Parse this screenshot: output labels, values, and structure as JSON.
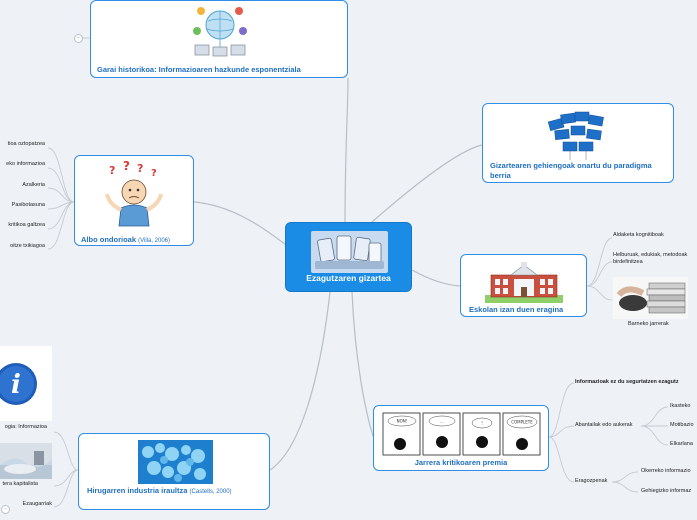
{
  "center": {
    "title": "Ezagutzaren gizartea"
  },
  "nodes": {
    "garai": {
      "title": "Garai historikoa: Informazioaren hazkunde esponentziala"
    },
    "gizartea": {
      "title": "Gizartearen gehiengoak onartu du paradigma berria"
    },
    "albo": {
      "title": "Albo ondorioak",
      "sub": "(Villa, 2006)"
    },
    "eskola": {
      "title": "Eskolan izan duen eragina"
    },
    "jarrera": {
      "title": "Jarrera kritikoaren premia"
    },
    "hirugarren": {
      "title": "Hirugarren industria iraultza",
      "sub": "(Castells, 2000)"
    }
  },
  "albo_leaves": [
    "tioa oztopatzea",
    "eko informazioa",
    "Azalkeria",
    "Pasibotasuna",
    "kritikoa galtzea",
    "oitze txikiagoa"
  ],
  "eskola_leaves": [
    "Aldaketa kognitiboak",
    "Helburuak, edukiak, metodoak birdefinitzea",
    "Barneko jarrerak"
  ],
  "jarrera_leaves": {
    "top": "Informazioak ez du segurtatzen ezagutz",
    "abantailak": "Abantailak edo aukerak",
    "ikasteko": "Ikasteko",
    "motibazio": "Motibazio",
    "elkarlana": "Elkarlana",
    "eragozpenak": "Eragozpenak",
    "okerreko": "Okerreko informazio",
    "gehiegizko": "Gehiegizko informaz"
  },
  "hirugarren_leaves": [
    "ogia: Informazioa",
    "tera kapitalista",
    "Ezaugarriak"
  ],
  "comic_bubbles": [
    "NON!",
    "...",
    "!",
    "COMPLETE"
  ],
  "colors": {
    "accent": "#1a8ce5",
    "border": "#2f8ee6",
    "title": "#1f6fc1",
    "link": "#b7bcc3"
  }
}
